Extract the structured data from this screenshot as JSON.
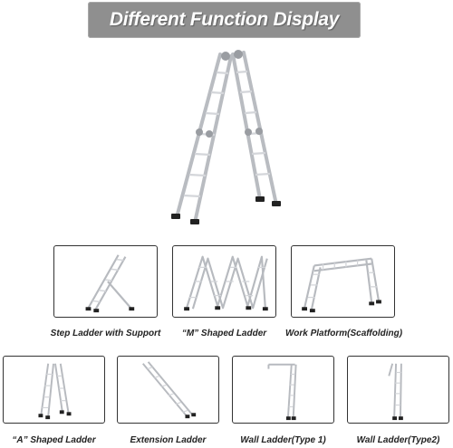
{
  "banner": {
    "title": "Different Function Display"
  },
  "captions": {
    "step_ladder": "Step Ladder with Support",
    "m_shaped": "“M” Shaped Ladder",
    "work_platform": "Work Platform(Scaffolding)",
    "a_shaped": "“A” Shaped Ladder",
    "extension": "Extension Ladder",
    "wall_type1": "Wall Ladder(Type 1)",
    "wall_type2": "Wall Ladder(Type2)"
  },
  "colors": {
    "banner_bg": "#8f8f8f",
    "banner_text": "#ffffff",
    "metal": "#c9ccd0",
    "feet": "#222222"
  }
}
